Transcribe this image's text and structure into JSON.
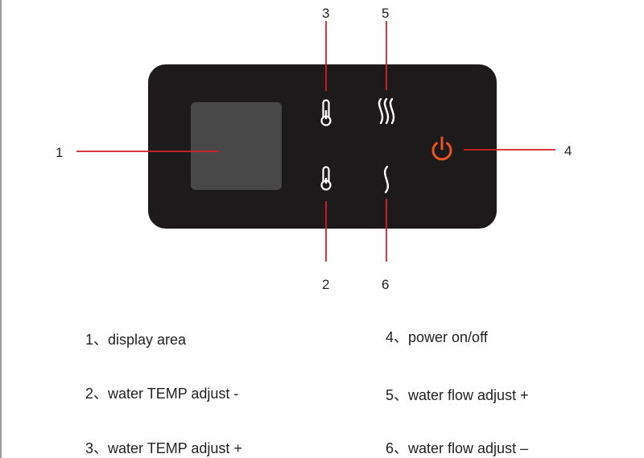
{
  "callouts": {
    "n1": "1",
    "n2": "2",
    "n3": "3",
    "n4": "4",
    "n5": "5",
    "n6": "6"
  },
  "legend": {
    "item1": "1、display area",
    "item2": "2、water TEMP adjust -",
    "item3": "3、water TEMP adjust +",
    "item4": "4、power on/off",
    "item5": "5、water flow adjust +",
    "item6": "6、water flow adjust –"
  },
  "colors": {
    "panel": "#1c1a1b",
    "display": "#474747",
    "icon": "#ffffff",
    "power": "#e8531f",
    "leader": "#d62027"
  },
  "icons": {
    "display": "display-screen",
    "temp_plus": "thermometer-icon",
    "temp_minus": "thermometer-icon",
    "flow_plus": "triple-wave-icon",
    "flow_minus": "single-wave-icon",
    "power": "power-icon"
  }
}
